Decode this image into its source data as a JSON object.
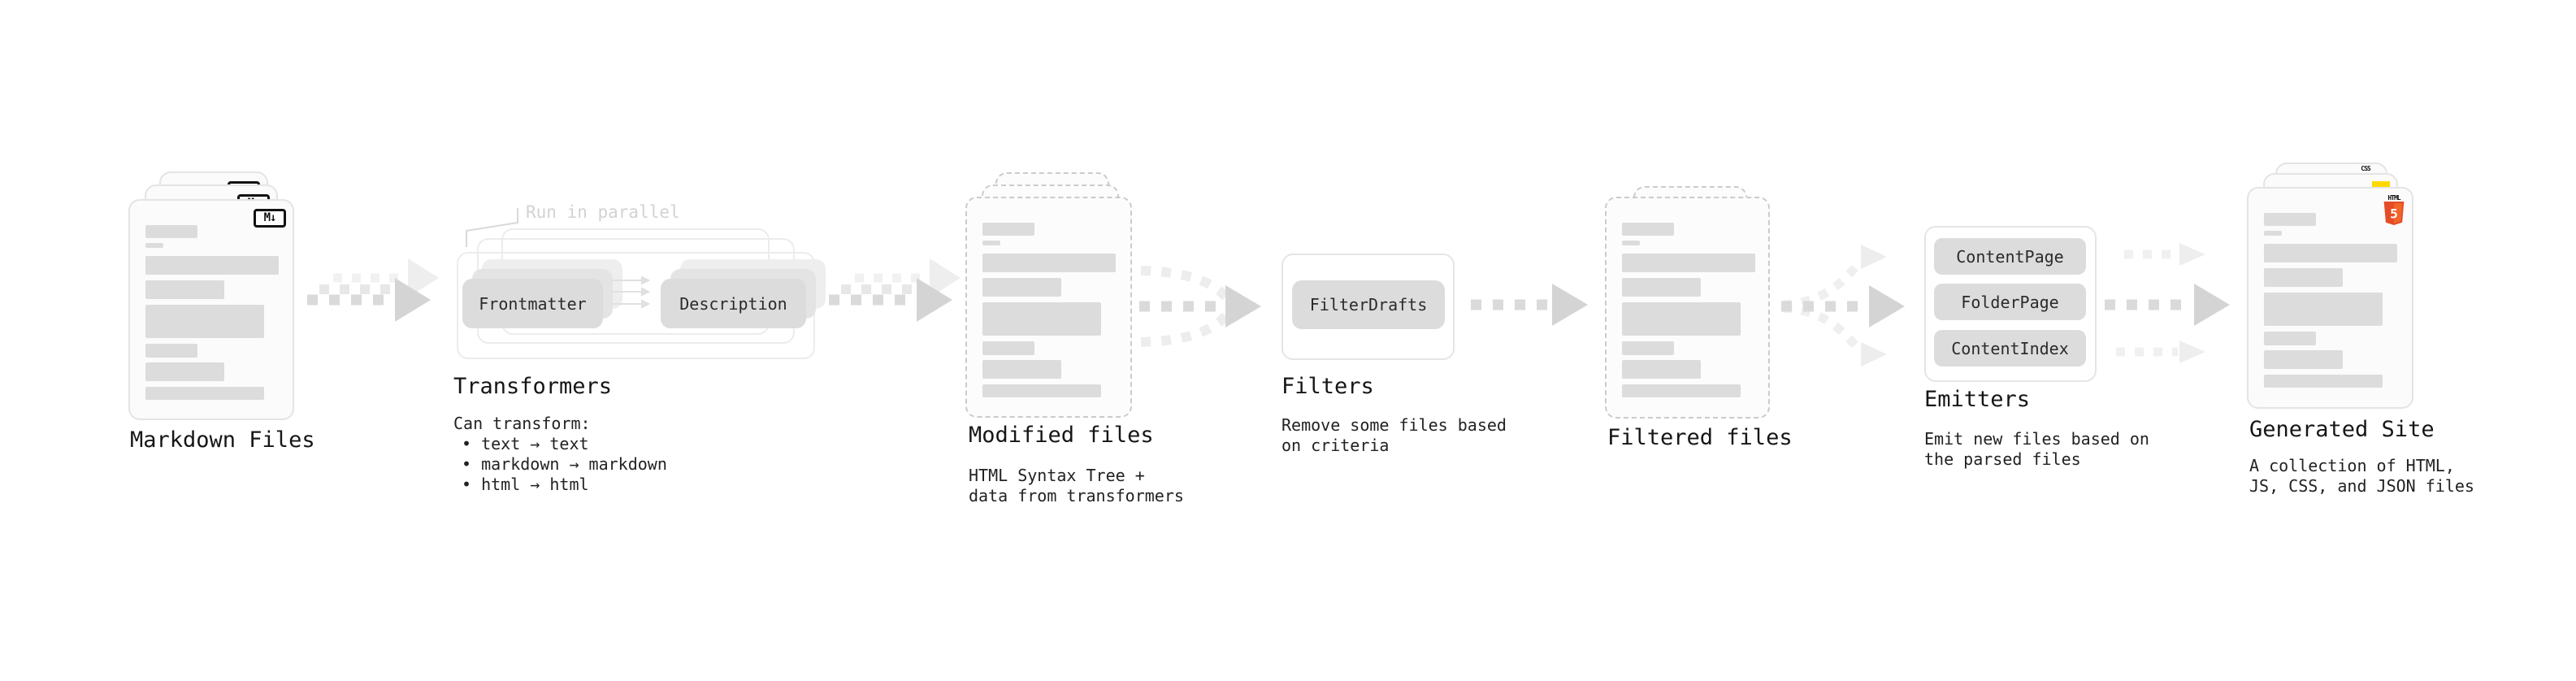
{
  "diagram": {
    "markdown_files": {
      "label": "Markdown Files",
      "badge": "M↓"
    },
    "transformers": {
      "annotation": "Run in parallel",
      "title": "Transformers",
      "nodes": [
        "Frontmatter",
        "Description"
      ],
      "note_heading": "Can transform:",
      "bullets": [
        "text → text",
        "markdown → markdown",
        "html → html"
      ]
    },
    "modified_files": {
      "title": "Modified files",
      "note": "HTML Syntax Tree +\ndata from transformers"
    },
    "filters": {
      "title": "Filters",
      "nodes": [
        "FilterDrafts"
      ],
      "note": "Remove some files based\non criteria"
    },
    "filtered_files": {
      "title": "Filtered files"
    },
    "emitters": {
      "title": "Emitters",
      "nodes": [
        "ContentPage",
        "FolderPage",
        "ContentIndex"
      ],
      "note": "Emit new files based on\nthe parsed files"
    },
    "generated_site": {
      "title": "Generated Site",
      "note": "A collection of HTML,\nJS, CSS, and JSON files",
      "css_badge": "CSS",
      "html_badge_label": "HTML",
      "html_badge_number": "5"
    },
    "colors": {
      "css_blue": "#2e5fe8",
      "js_yellow": "#ffd900",
      "html_orange": "#e44d26",
      "html_orange_light": "#f16529",
      "node_fill": "#dcdcdc",
      "ink": "#161616",
      "annotation_gray": "#d2d2d2"
    }
  }
}
